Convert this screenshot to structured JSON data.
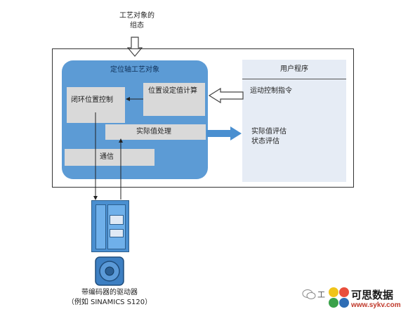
{
  "diagram": {
    "top_config": {
      "line1": "工艺对象的",
      "line2": "组态"
    },
    "positioning_axis": {
      "title": "定位轴工艺对象",
      "blocks": {
        "closed_loop": "闭环位置控制",
        "setpoint_calc": "位置设定值计算",
        "actual_value": "实际值处理",
        "communication": "通信"
      }
    },
    "user_program": {
      "title": "用户程序",
      "motion_commands": "运动控制指令",
      "evaluation_line1": "实际值评估",
      "evaluation_line2": "状态评估"
    },
    "drive": {
      "caption_line1": "带编码器的驱动器",
      "caption_line2": "（例如 SINAMICS S120）"
    }
  },
  "watermark": {
    "prefix": "工",
    "brand": "可思数据",
    "url": "www.sykv.com"
  },
  "colors": {
    "axis_blue": "#5c9bd5",
    "drive_blue": "#4a8fd0",
    "gray_block": "#d9d9d9",
    "user_panel": "#e6ecf5"
  }
}
